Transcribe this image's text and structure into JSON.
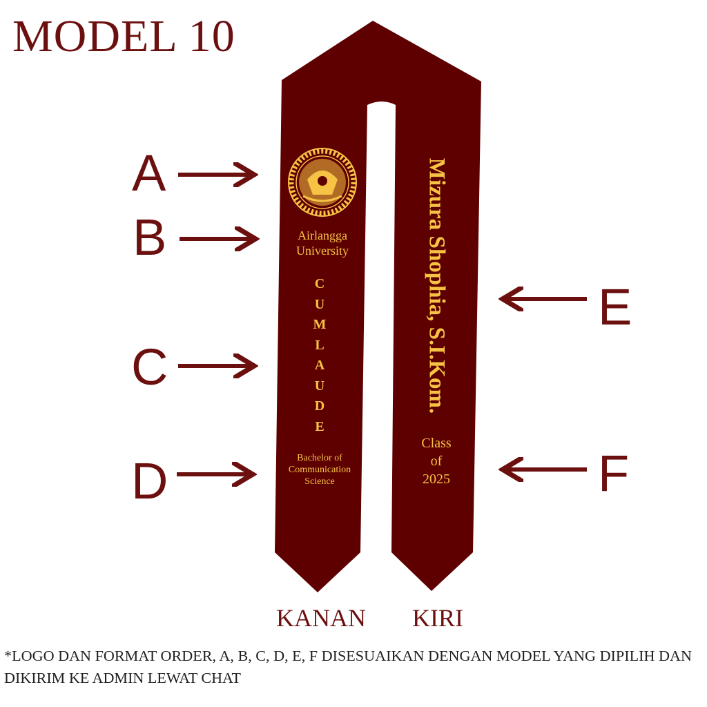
{
  "title": "MODEL 10",
  "labels": {
    "a": "A",
    "b": "B",
    "c": "C",
    "d": "D",
    "e": "E",
    "f": "F"
  },
  "stole": {
    "left": {
      "logo": "university-seal",
      "university_line1": "Airlangga",
      "university_line2": "University",
      "honor_letters": [
        "C",
        "U",
        "M",
        "L",
        "A",
        "U",
        "D",
        "E"
      ],
      "degree_line1": "Bachelor of",
      "degree_line2": "Communication",
      "degree_line3": "Science"
    },
    "right": {
      "name": "Mizura Shophia, S.I.Kom.",
      "class_line1": "Class",
      "class_line2": "of",
      "class_line3": "2025"
    }
  },
  "side_labels": {
    "kanan": "KANAN",
    "kiri": "KIRI"
  },
  "note_line1": "*LOGO DAN FORMAT ORDER, A, B, C, D, E, F DISESUAIKAN DENGAN MODEL YANG DIPILIH DAN",
  "note_line2": "DIKIRIM KE ADMIN LEWAT CHAT",
  "colors": {
    "stole": "#5e0000",
    "gold": "#f6c344",
    "text": "#6b0f0f"
  }
}
